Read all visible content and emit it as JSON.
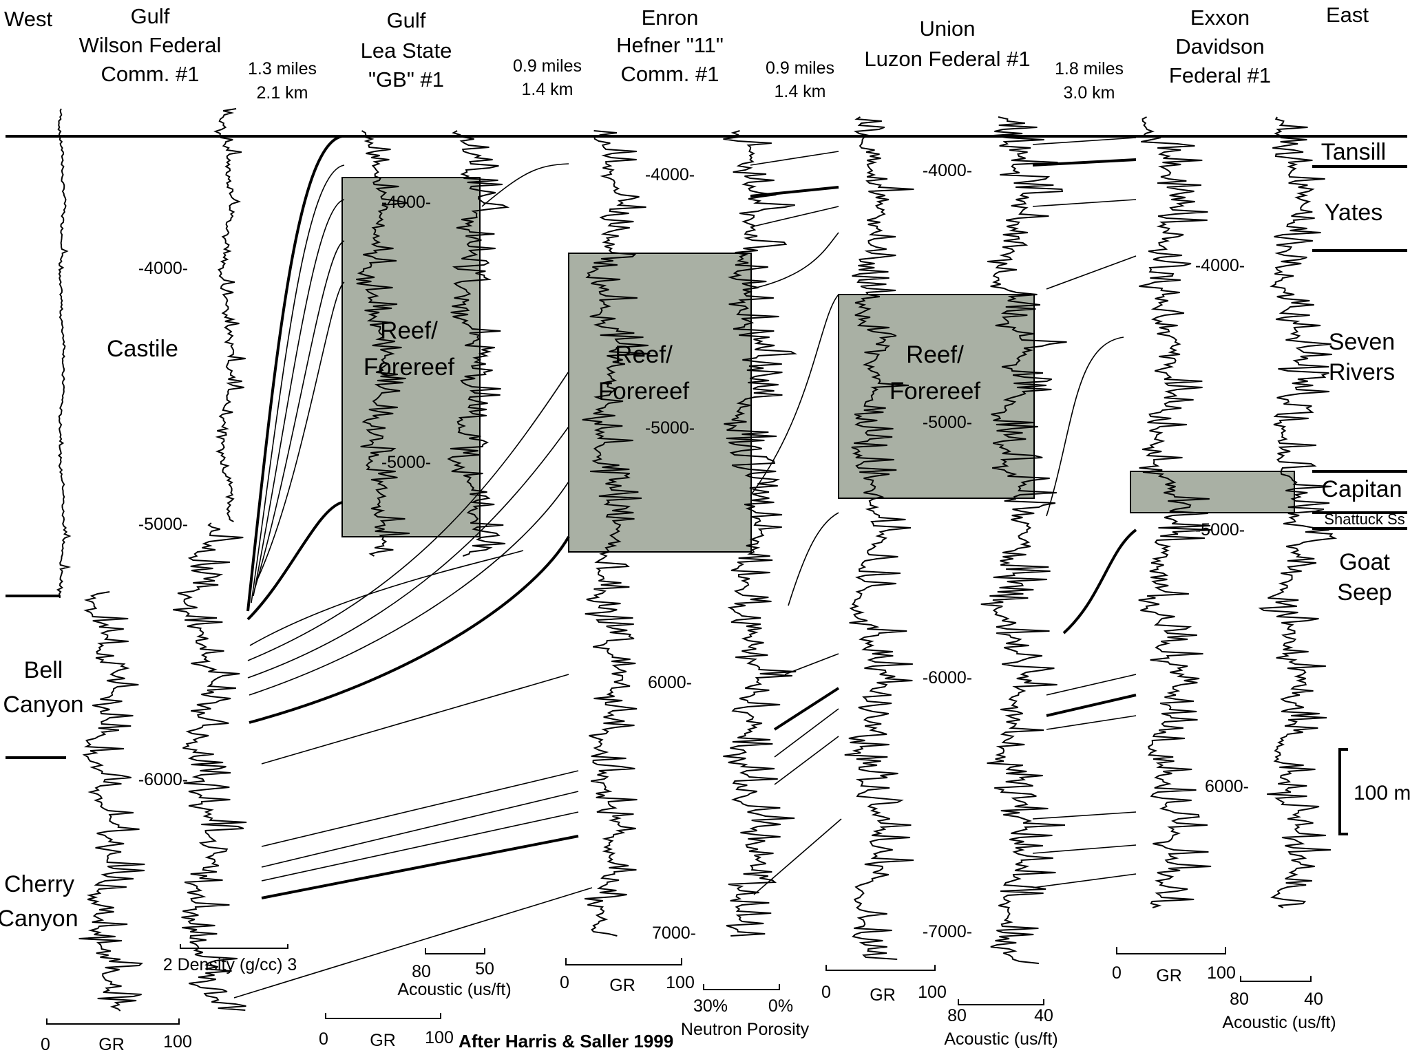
{
  "direction": {
    "west": "West",
    "east": "East"
  },
  "wells": [
    {
      "lines": [
        "Gulf",
        "Wilson Federal",
        "Comm. #1"
      ]
    },
    {
      "lines": [
        "Gulf",
        "Lea State",
        "\"GB\" #1"
      ]
    },
    {
      "lines": [
        "Enron",
        "Hefner \"11\"",
        "Comm. #1"
      ]
    },
    {
      "lines": [
        "Union",
        "Luzon Federal #1"
      ]
    },
    {
      "lines": [
        "Exxon",
        "Davidson",
        "Federal #1"
      ]
    }
  ],
  "distances": [
    {
      "miles": "1.3 miles",
      "km": "2.1 km"
    },
    {
      "miles": "0.9 miles",
      "km": "1.4 km"
    },
    {
      "miles": "0.9 miles",
      "km": "1.4 km"
    },
    {
      "miles": "1.8 miles",
      "km": "3.0 km"
    }
  ],
  "formations_west": {
    "castile": "Castile",
    "bell_canyon": [
      "Bell",
      "Canyon"
    ],
    "cherry_canyon": [
      "Cherry",
      "Canyon"
    ]
  },
  "formations_east": {
    "tansill": "Tansill",
    "yates": "Yates",
    "seven_rivers": [
      "Seven",
      "Rivers"
    ],
    "capitan": "Capitan",
    "shattuck": "Shattuck Ss",
    "goat_seep": [
      "Goat",
      "Seep"
    ]
  },
  "reef_label": [
    "Reef/",
    "Forereef"
  ],
  "depths": {
    "well1": [
      "-4000-",
      "-5000-",
      "-6000-"
    ],
    "well2": [
      "-4000-",
      "-5000-"
    ],
    "well3": [
      "-4000-",
      "-5000-",
      "6000-",
      "7000-"
    ],
    "well4": [
      "-4000-",
      "-5000-",
      "-6000-",
      "-7000-"
    ],
    "well5": [
      "-4000-",
      "-5000-",
      "6000-"
    ]
  },
  "scales": {
    "gr_min": "0",
    "gr_label": "GR",
    "gr_max": "100",
    "density": "2 Density (g/cc) 3",
    "acoustic_max": "80",
    "acoustic_min": "50",
    "acoustic_min_b": "40",
    "acoustic_label": "Acoustic (us/ft)",
    "neutron_max": "30%",
    "neutron_min": "0%",
    "neutron_label": "Neutron Porosity"
  },
  "scale_bar": "100 m",
  "credit": "After Harris & Saller 1999"
}
